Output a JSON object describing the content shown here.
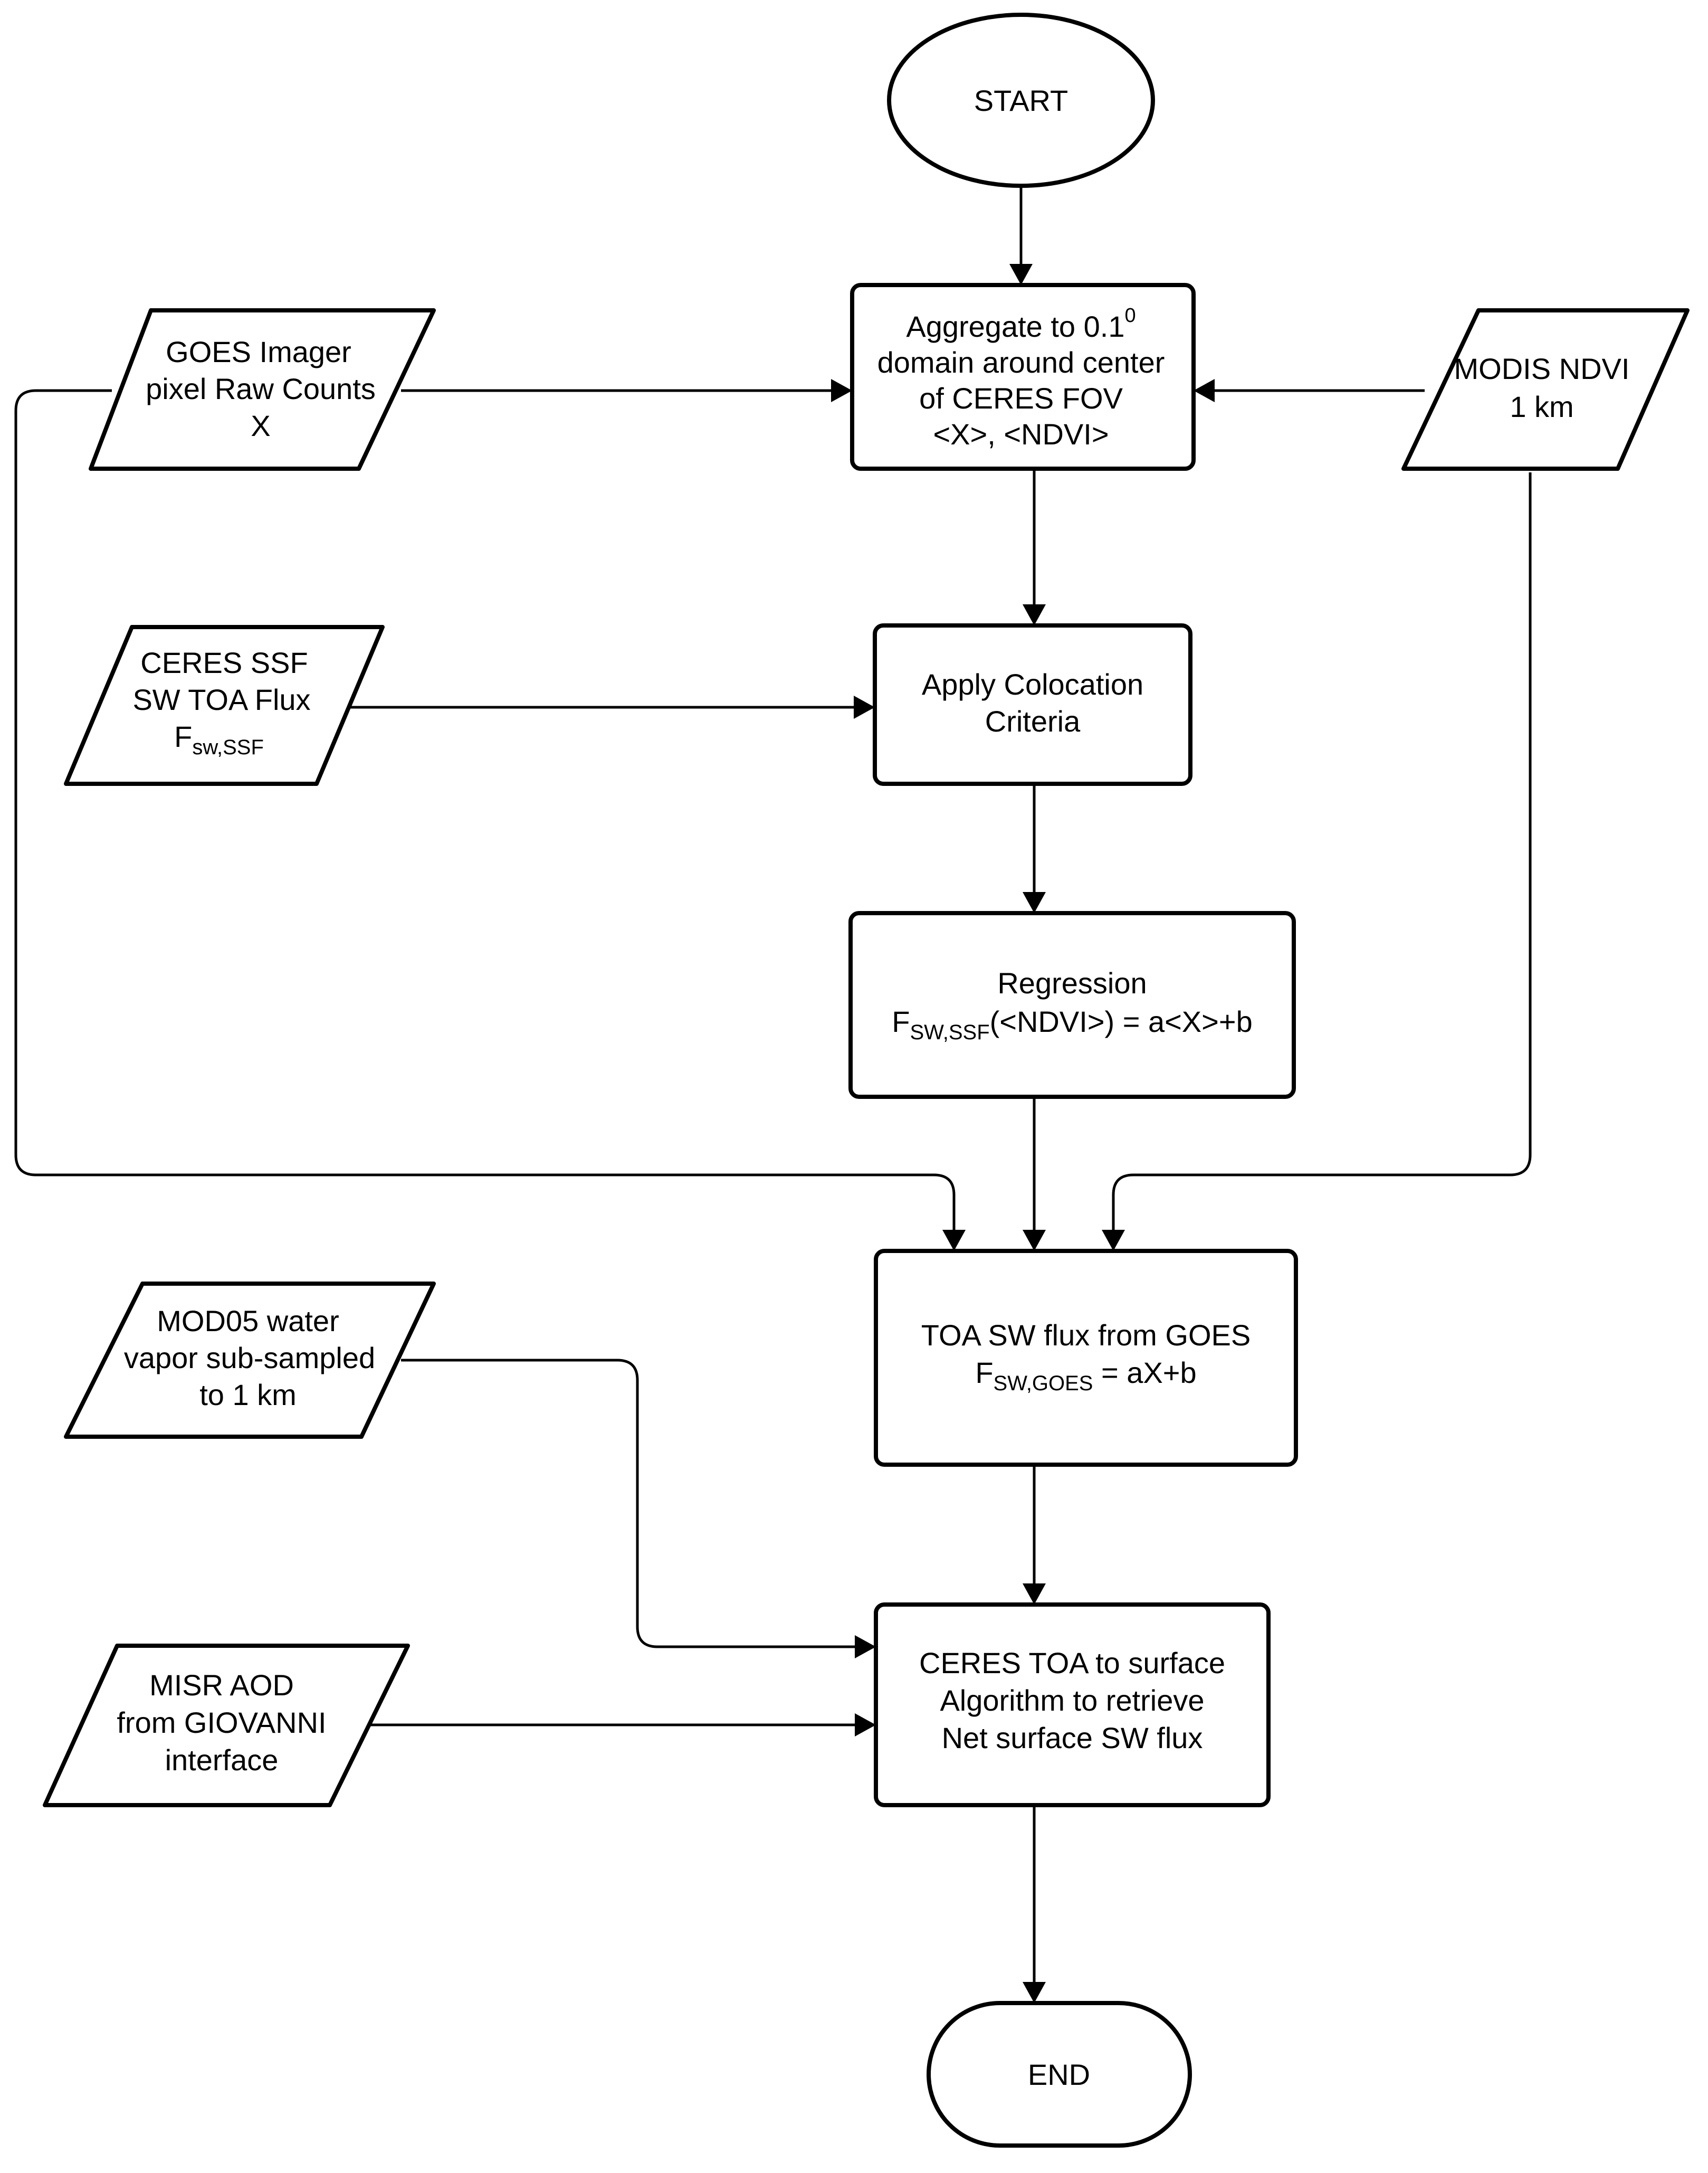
{
  "nodes": {
    "start": {
      "label": "START"
    },
    "aggregate": {
      "line1_main": "Aggregate to 0.1",
      "line1_sup": "0",
      "line2": "domain around center",
      "line3": "of CERES FOV",
      "line4": "<X>, <NDVI>"
    },
    "goes_input": {
      "line1": "GOES Imager",
      "line2": "pixel Raw Counts",
      "line3": "X"
    },
    "modis_input": {
      "line1": "MODIS NDVI",
      "line2": "1 km"
    },
    "ceres_ssf_input": {
      "line1": "CERES SSF",
      "line2": "SW TOA Flux",
      "line3_main": "F",
      "line3_sub": "sw,SSF"
    },
    "colocation": {
      "line1": "Apply Colocation",
      "line2": "Criteria"
    },
    "regression": {
      "line1": "Regression",
      "line2_main": "F",
      "line2_sub": "SW,SSF",
      "line2_rest": "(<NDVI>) = a<X>+b"
    },
    "toa_goes": {
      "line1": "TOA SW flux from GOES",
      "line2_main": "F",
      "line2_sub": "SW,GOES",
      "line2_rest": " = aX+b"
    },
    "mod05_input": {
      "line1": "MOD05 water",
      "line2": "vapor sub-sampled",
      "line3": "to 1 km"
    },
    "misr_input": {
      "line1": "MISR AOD",
      "line2": "from GIOVANNI",
      "line3": "interface"
    },
    "surface_algo": {
      "line1": "CERES TOA to surface",
      "line2": "Algorithm to retrieve",
      "line3": "Net surface SW flux"
    },
    "end": {
      "label": "END"
    }
  }
}
